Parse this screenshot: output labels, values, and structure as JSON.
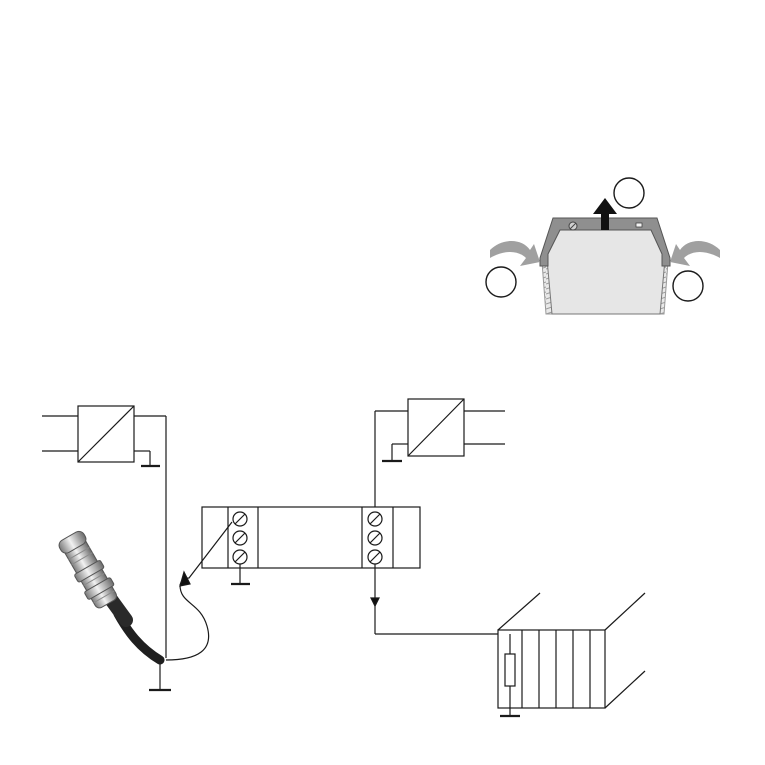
{
  "figure": {
    "background": "#ffffff",
    "ink": "#1a1a1a",
    "device_body": "#e6e6e6",
    "device_frame": "#8f8f8f",
    "push_arrow": "#9a9a9a",
    "pull_arrow": "#111111",
    "sensor_metal": "#c8c8c8",
    "sensor_cable": "#1f1f1f"
  },
  "removal_detail": {
    "step_circles": 3,
    "step_labels": [
      "",
      "",
      ""
    ],
    "icons": [
      "pull-up-arrow-icon",
      "push-left-arrow-icon",
      "push-right-arrow-icon"
    ]
  },
  "wiring_diagram": {
    "converters": 2,
    "terminal_block_screws": 6,
    "io_rack_slots": 5,
    "icons": [
      "ground-symbol-icon",
      "signal-arrow-icon",
      "resistor-icon",
      "proximity-sensor-icon"
    ]
  }
}
